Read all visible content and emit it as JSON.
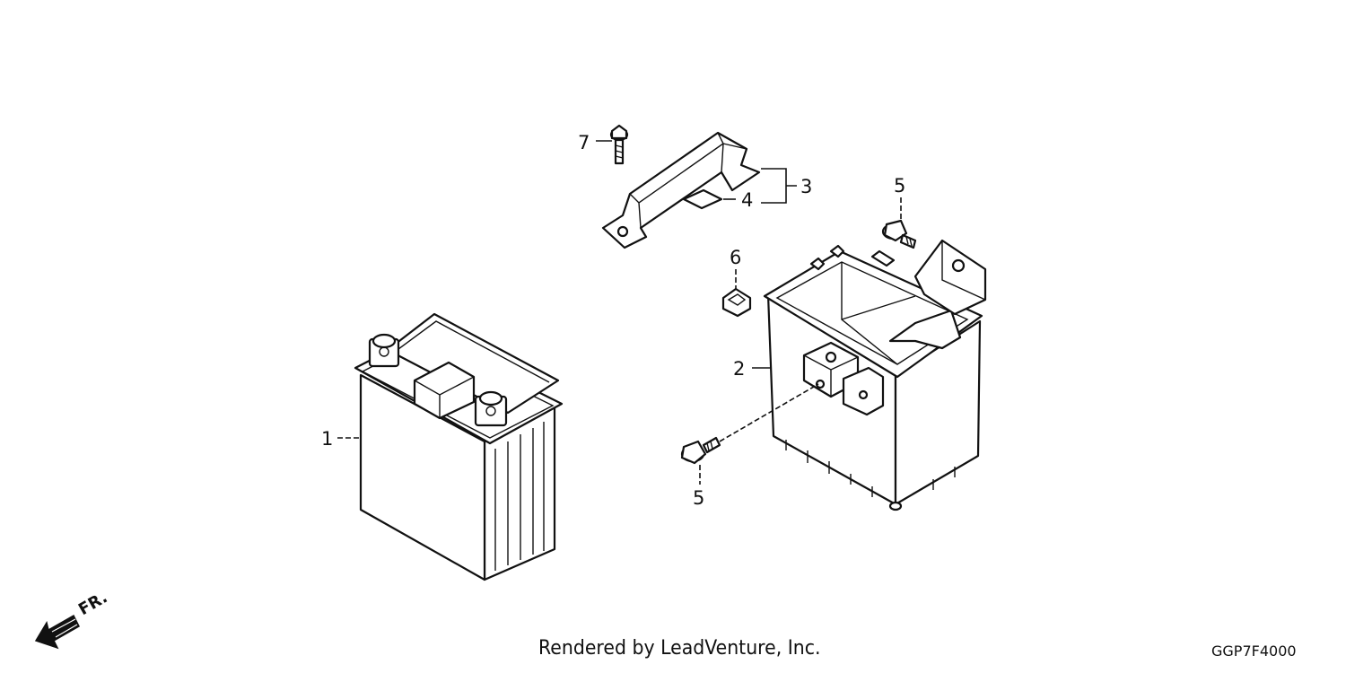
{
  "callouts": {
    "c1": "1",
    "c2": "2",
    "c3": "3",
    "c4": "4",
    "c5a": "5",
    "c5b": "5",
    "c6": "6",
    "c7": "7"
  },
  "direction_label": "FR.",
  "footer": {
    "credit": "Rendered by LeadVenture, Inc.",
    "code": "GGP7F4000"
  },
  "icons": {
    "front_arrow": "front-direction-arrow-icon"
  }
}
